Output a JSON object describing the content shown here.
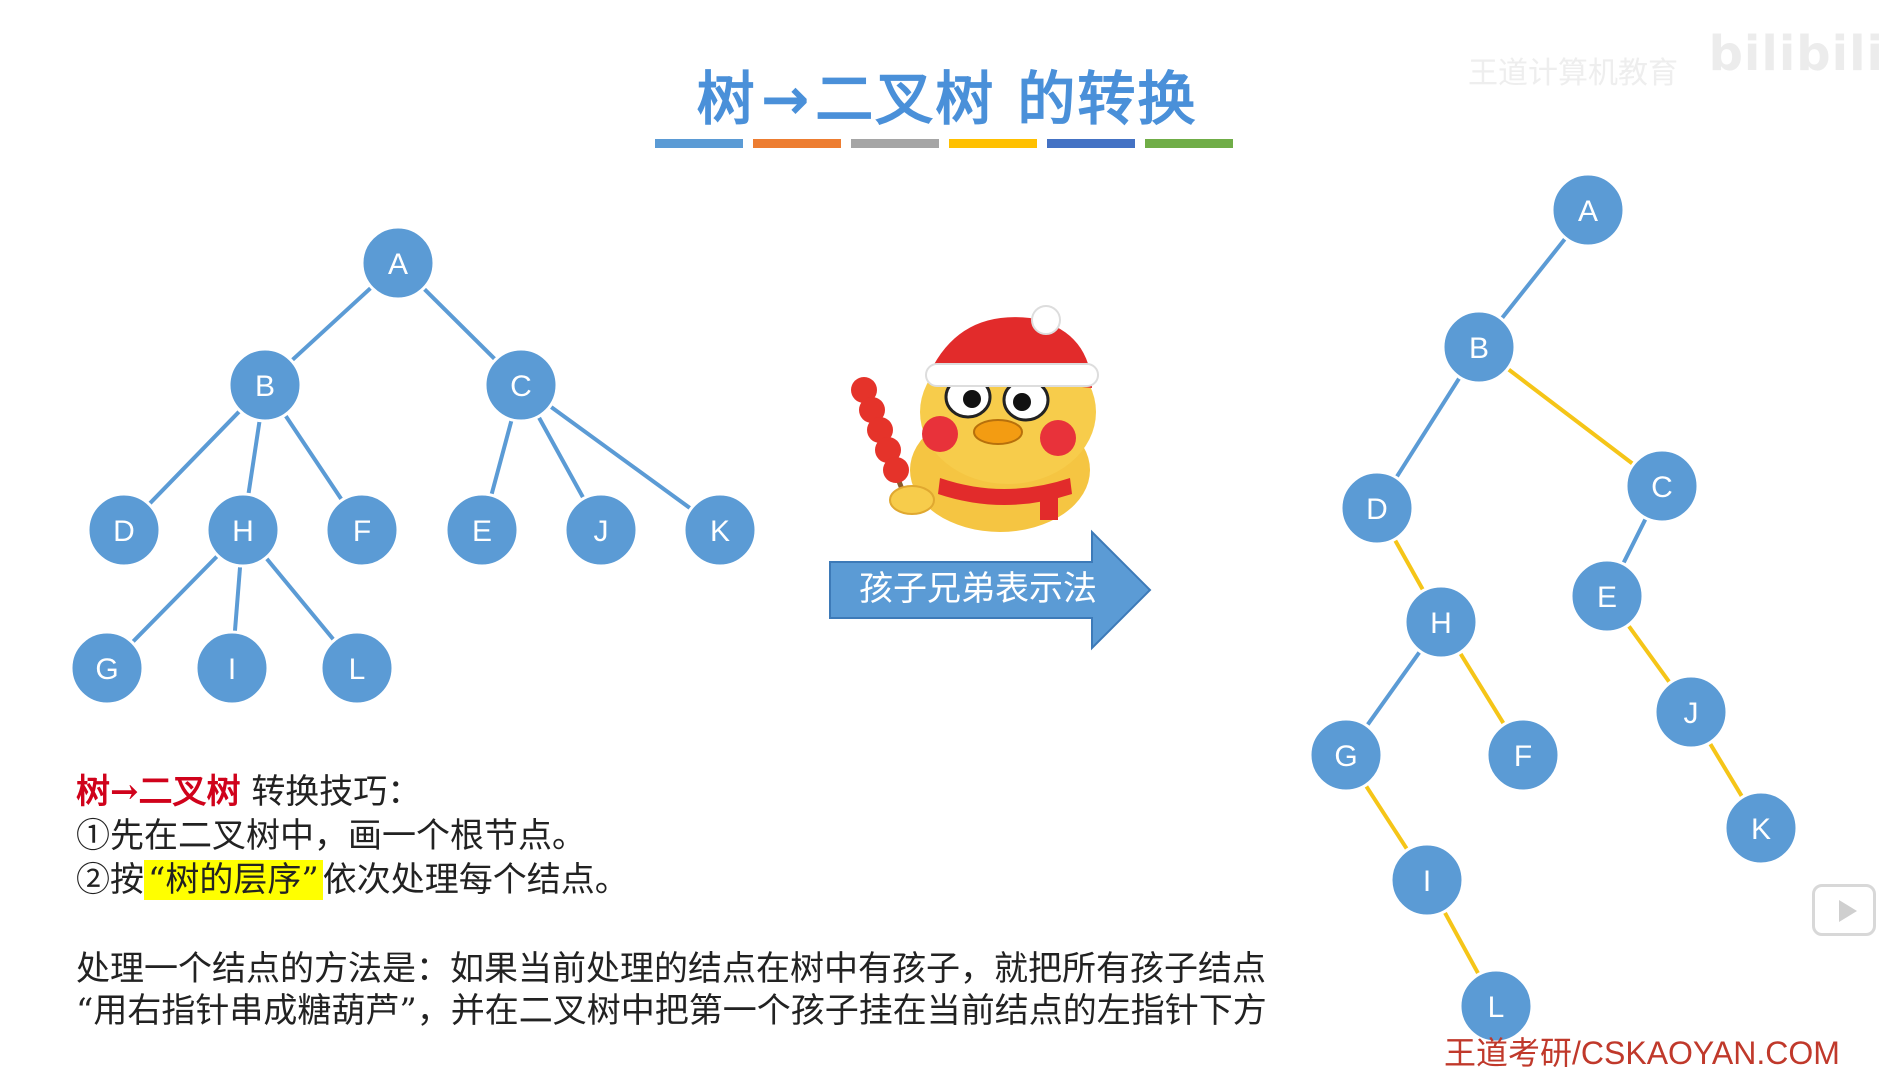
{
  "title": {
    "part1": "树",
    "arrow": "→",
    "part2": "二叉树",
    "part3": "的转换"
  },
  "title_bar_colors": [
    "#5b9bd5",
    "#ed7d31",
    "#a5a5a5",
    "#ffc000",
    "#4472c4",
    "#70ad47"
  ],
  "watermark": {
    "brand": "bilibili",
    "channel": "王道计算机教育"
  },
  "colors": {
    "node_fill": "#5b9bd5",
    "node_stroke": "#ffffff",
    "blue_edge": "#5b9bd5",
    "yellow_edge": "#f5c518",
    "arrow_fill": "#5b9bd5",
    "title": "#4a90d9",
    "highlight": "#ffff00",
    "red_text": "#d0021b"
  },
  "big_arrow": {
    "label": "孩子兄弟表示法"
  },
  "mascot": {
    "icon": "duck-mascot-icon",
    "holding": "tanghulu-icon"
  },
  "tree": {
    "nodes": [
      {
        "id": "A",
        "label": "A"
      },
      {
        "id": "B",
        "label": "B"
      },
      {
        "id": "C",
        "label": "C"
      },
      {
        "id": "D",
        "label": "D"
      },
      {
        "id": "H",
        "label": "H"
      },
      {
        "id": "F",
        "label": "F"
      },
      {
        "id": "E",
        "label": "E"
      },
      {
        "id": "J",
        "label": "J"
      },
      {
        "id": "K",
        "label": "K"
      },
      {
        "id": "G",
        "label": "G"
      },
      {
        "id": "I",
        "label": "I"
      },
      {
        "id": "L",
        "label": "L"
      }
    ],
    "edges": [
      [
        "A",
        "B"
      ],
      [
        "A",
        "C"
      ],
      [
        "B",
        "D"
      ],
      [
        "B",
        "H"
      ],
      [
        "B",
        "F"
      ],
      [
        "C",
        "E"
      ],
      [
        "C",
        "J"
      ],
      [
        "C",
        "K"
      ],
      [
        "H",
        "G"
      ],
      [
        "H",
        "I"
      ],
      [
        "H",
        "L"
      ]
    ]
  },
  "binary_tree": {
    "nodes": [
      {
        "id": "A",
        "label": "A"
      },
      {
        "id": "B",
        "label": "B"
      },
      {
        "id": "C",
        "label": "C"
      },
      {
        "id": "D",
        "label": "D"
      },
      {
        "id": "E",
        "label": "E"
      },
      {
        "id": "H",
        "label": "H"
      },
      {
        "id": "J",
        "label": "J"
      },
      {
        "id": "G",
        "label": "G"
      },
      {
        "id": "F",
        "label": "F"
      },
      {
        "id": "K",
        "label": "K"
      },
      {
        "id": "I",
        "label": "I"
      },
      {
        "id": "L",
        "label": "L"
      }
    ],
    "edges": [
      {
        "from": "A",
        "to": "B",
        "kind": "left-child"
      },
      {
        "from": "B",
        "to": "D",
        "kind": "left-child"
      },
      {
        "from": "B",
        "to": "C",
        "kind": "right-sibling"
      },
      {
        "from": "C",
        "to": "E",
        "kind": "left-child"
      },
      {
        "from": "D",
        "to": "H",
        "kind": "right-sibling"
      },
      {
        "from": "H",
        "to": "G",
        "kind": "left-child"
      },
      {
        "from": "H",
        "to": "F",
        "kind": "right-sibling"
      },
      {
        "from": "E",
        "to": "J",
        "kind": "right-sibling"
      },
      {
        "from": "J",
        "to": "K",
        "kind": "right-sibling"
      },
      {
        "from": "G",
        "to": "I",
        "kind": "right-sibling"
      },
      {
        "from": "I",
        "to": "L",
        "kind": "right-sibling"
      }
    ]
  },
  "tips": {
    "heading_red": "树→二叉树",
    "heading_rest": "转换技巧：",
    "step1": "①先在二叉树中，画一个根节点。",
    "step2_prefix": "②按",
    "step2_highlight": "“树的层序”",
    "step2_suffix": "依次处理每个结点。"
  },
  "method": {
    "line1": "处理一个结点的方法是：如果当前处理的结点在树中有孩子，就把所有孩子结点",
    "line2": "“用右指针串成糖葫芦”，并在二叉树中把第一个孩子挂在当前结点的左指针下方"
  },
  "footer": "王道考研/CSKAOYAN.COM"
}
